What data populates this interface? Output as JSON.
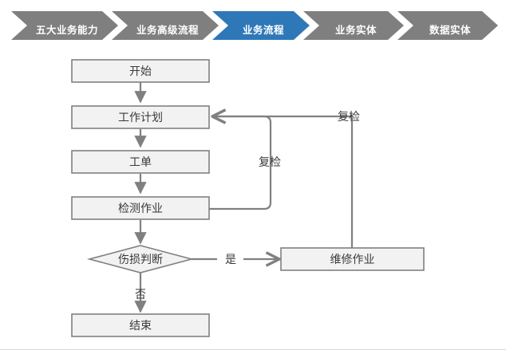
{
  "breadcrumb": {
    "active_color": "#2E78B8",
    "inactive_color": "#7F7F7F",
    "text_color": "#FFFFFF",
    "items": [
      {
        "label": "五大业务能力",
        "active": false
      },
      {
        "label": "业务高级流程",
        "active": false
      },
      {
        "label": "业务流程",
        "active": true
      },
      {
        "label": "业务实体",
        "active": false
      },
      {
        "label": "数据实体",
        "active": false
      }
    ]
  },
  "flowchart": {
    "node_fill": "#F2F2F2",
    "node_stroke": "#808080",
    "connector_color": "#808080",
    "text_color": "#3A3A3A",
    "nodes": [
      {
        "id": "start",
        "label": "开始",
        "shape": "rect"
      },
      {
        "id": "plan",
        "label": "工作计划",
        "shape": "rect"
      },
      {
        "id": "order",
        "label": "工单",
        "shape": "rect"
      },
      {
        "id": "inspect",
        "label": "检测作业",
        "shape": "rect"
      },
      {
        "id": "decision",
        "label": "伤损判断",
        "shape": "diamond"
      },
      {
        "id": "repair",
        "label": "维修作业",
        "shape": "rect"
      },
      {
        "id": "end",
        "label": "结束",
        "shape": "rect"
      }
    ],
    "edges": [
      {
        "from": "start",
        "to": "plan",
        "label": ""
      },
      {
        "from": "plan",
        "to": "order",
        "label": ""
      },
      {
        "from": "order",
        "to": "inspect",
        "label": ""
      },
      {
        "from": "inspect",
        "to": "decision",
        "label": ""
      },
      {
        "from": "decision",
        "to": "repair",
        "label": "是"
      },
      {
        "from": "decision",
        "to": "end",
        "label": "否"
      },
      {
        "from": "inspect",
        "to": "plan",
        "label": "复检"
      },
      {
        "from": "repair",
        "to": "plan",
        "label": "复检"
      }
    ],
    "edge_labels": {
      "yes": "是",
      "no": "否",
      "recheck_inner": "复检",
      "recheck_outer": "复检"
    }
  }
}
